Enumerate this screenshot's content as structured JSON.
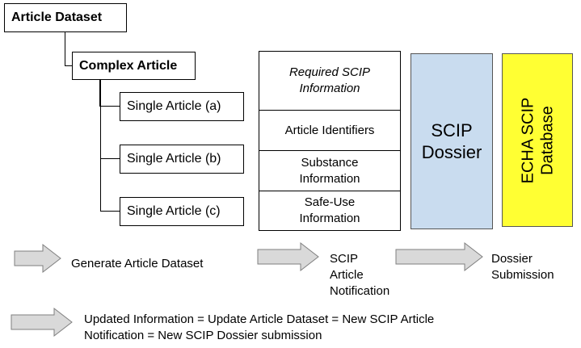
{
  "hierarchy": {
    "article_dataset": "Article Dataset",
    "complex_article": "Complex Article",
    "single_a": "Single Article (a)",
    "single_b": "Single Article (b)",
    "single_c": "Single Article (c)"
  },
  "scip_info": {
    "heading_line1": "Required SCIP",
    "heading_line2": "Information",
    "identifiers": "Article Identifiers",
    "substance_line1": "Substance",
    "substance_line2": "Information",
    "safe_use_line1": "Safe-Use",
    "safe_use_line2": "Information"
  },
  "dossier": {
    "line1": "SCIP",
    "line2": "Dossier",
    "fill": "#c9dcef"
  },
  "database": {
    "line1": "ECHA SCIP",
    "line2": "Database",
    "fill": "#ffff33"
  },
  "flow": {
    "generate": "Generate Article Dataset",
    "notification_line1": "SCIP",
    "notification_line2": "Article",
    "notification_line3": "Notification",
    "submission_line1": "Dossier",
    "submission_line2": "Submission"
  },
  "legend": {
    "line1": "Updated Information = Update Article Dataset = New SCIP Article",
    "line2": "Notification = New SCIP Dossier submission"
  },
  "arrow_fill": "#d9d9d9"
}
